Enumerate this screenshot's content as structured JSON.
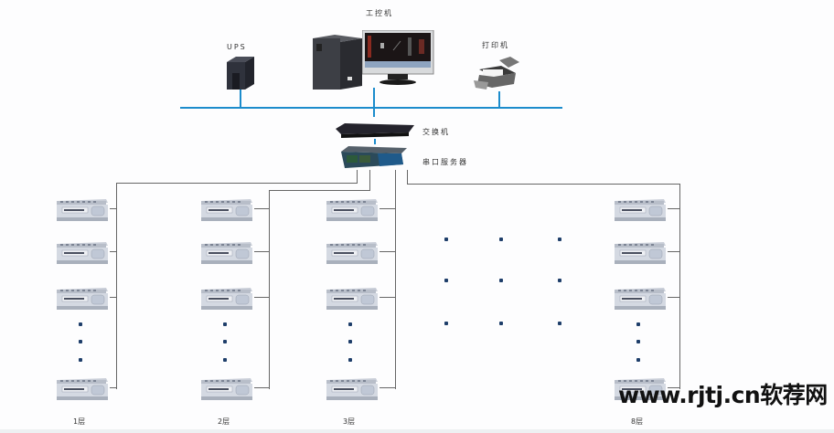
{
  "diagram": {
    "title": "",
    "top_devices": {
      "ups": {
        "label": "UPS"
      },
      "industrial_pc": {
        "label": "工控机"
      },
      "printer": {
        "label": "打印机"
      }
    },
    "switch": {
      "label": "交换机"
    },
    "serial_server": {
      "label": "串口服务器"
    },
    "floors": [
      {
        "label": "1层",
        "visible_meters": 4
      },
      {
        "label": "2层",
        "visible_meters": 4
      },
      {
        "label": "3层",
        "visible_meters": 4
      },
      {
        "label": "8层",
        "visible_meters": 4
      }
    ],
    "ellipsis": "…",
    "colors": {
      "ethernet_bus": "#1c8ccc",
      "rs485_line": "#666666",
      "dots": "#1e3e6a"
    }
  },
  "watermark": "www.rjtj.cn软荐网"
}
